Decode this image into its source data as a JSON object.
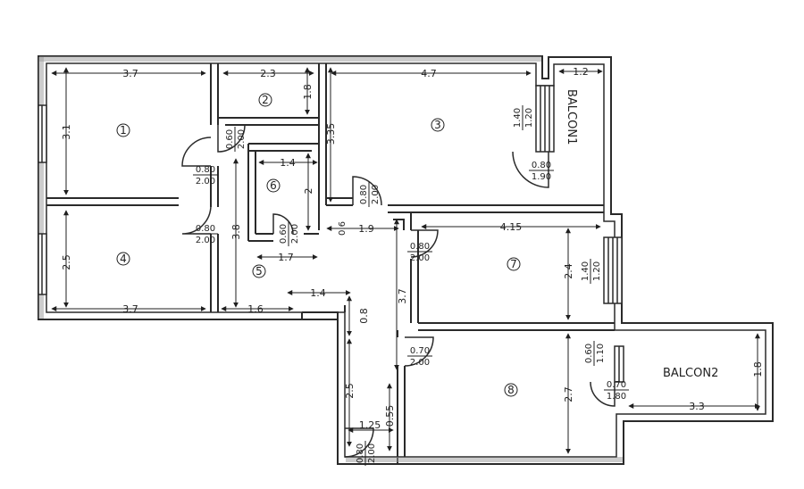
{
  "colors": {
    "ink": "#1f1f1f",
    "wall": "#2a2a2a",
    "hatch": "#9a9a9a",
    "paper": "#ffffff"
  },
  "rooms": [
    {
      "id": "1",
      "label": "1"
    },
    {
      "id": "2",
      "label": "2"
    },
    {
      "id": "3",
      "label": "3"
    },
    {
      "id": "4",
      "label": "4"
    },
    {
      "id": "5",
      "label": "5"
    },
    {
      "id": "6",
      "label": "6"
    },
    {
      "id": "7",
      "label": "7"
    },
    {
      "id": "8",
      "label": "8"
    }
  ],
  "balconies": [
    {
      "id": "b1",
      "label": "BALCON1"
    },
    {
      "id": "b2",
      "label": "BALCON2"
    }
  ],
  "dimensions": {
    "room1_width": "3.7",
    "room1_height": "3.1",
    "room2_width": "2.3",
    "room2_height": "1.8",
    "room3_width": "4.7",
    "room3_height": "3.35",
    "balcon1_width": "1.2",
    "room6_width": "1.4",
    "room6_height": "2",
    "room6_bottom": "1.7",
    "room4_width": "3.7",
    "room4_height": "2.5",
    "hall_height": "3.8",
    "hall_bottom": "1.6",
    "corridor_width": "1.4",
    "step_height": "0.8",
    "corridor_height": "3.7",
    "entry_height": "2.5",
    "entry_width": "1.25",
    "entry_step": "0.55",
    "passage_width": "1.9",
    "passage_small": "0.6",
    "room7_width": "4.15",
    "room7_height": "2.4",
    "room8_height": "2.7",
    "balcon2_width": "3.3",
    "balcon2_height": "1.8"
  },
  "doors": {
    "d_room1": {
      "w": "0.80",
      "h": "2.00"
    },
    "d_room2": {
      "w": "0.60",
      "h": "2.00"
    },
    "d_room4": {
      "w": "0.80",
      "h": "2.00"
    },
    "d_room6": {
      "w": "0.60",
      "h": "2.00"
    },
    "d_room3_hall": {
      "w": "0.80",
      "h": "2.00"
    },
    "d_room3_balcon": {
      "w": "0.80",
      "h": "1.90"
    },
    "d_room7": {
      "w": "0.80",
      "h": "2.00"
    },
    "d_room8": {
      "w": "0.70",
      "h": "2.00"
    },
    "d_room8_balcon": {
      "w": "0.70",
      "h": "1.80"
    },
    "d_entry": {
      "w": "0.80",
      "h": "2.00"
    }
  },
  "windows": {
    "w_room3": {
      "w": "1.40",
      "h": "1.20"
    },
    "w_room7": {
      "w": "1.40",
      "h": "1.20"
    },
    "w_room8": {
      "w": "0.60",
      "h": "1.10"
    }
  }
}
